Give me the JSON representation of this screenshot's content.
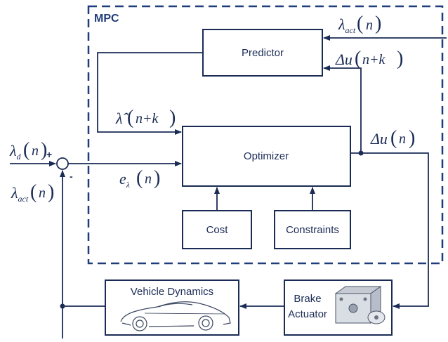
{
  "mpc_label": "MPC",
  "blocks": {
    "predictor": "Predictor",
    "optimizer": "Optimizer",
    "cost": "Cost",
    "constraints": "Constraints",
    "vehicle_dynamics": "Vehicle Dynamics",
    "brake_actuator_line1": "Brake",
    "brake_actuator_line2": "Actuator"
  },
  "signals": {
    "lambda_act_top": {
      "base": "λ",
      "sub": "act",
      "arg": "n"
    },
    "delta_u_nk": {
      "base": "Δu",
      "arg": "n+k"
    },
    "lambda_hat_nk": {
      "base": "λ̂",
      "arg": "n+k"
    },
    "delta_u_n": {
      "base": "Δu",
      "arg": "n"
    },
    "lambda_d": {
      "base": "λ",
      "sub": "d",
      "arg": "n"
    },
    "lambda_act_left": {
      "base": "λ",
      "sub": "act",
      "arg": "n"
    },
    "e_lambda": {
      "base": "e",
      "sub": "λ",
      "arg": "n"
    }
  },
  "summing_signs": {
    "plus": "+",
    "minus": "-"
  },
  "colors": {
    "line": "#1a2b55",
    "box": "#1a2b55",
    "mpc_border": "#1f3d7a"
  },
  "icons": [
    "car-sketch-icon",
    "abs-module-icon"
  ]
}
